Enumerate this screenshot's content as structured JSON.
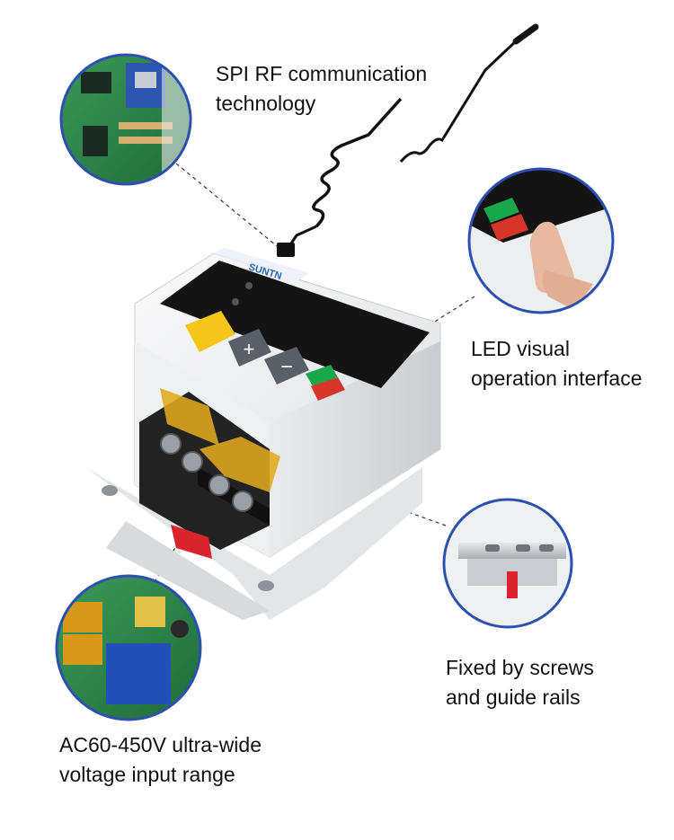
{
  "captions": {
    "spi": {
      "line1": "SPI RF communication",
      "line2": "technology"
    },
    "led": {
      "line1": "LED visual",
      "line2": "operation interface"
    },
    "rail": {
      "line1": "Fixed by screws",
      "line2": "and guide rails"
    },
    "ac": {
      "line1": "AC60-450V ultra-wide",
      "line2": "voltage input range"
    }
  },
  "device": {
    "brand": "SUNTN",
    "button_plus": "+",
    "button_minus": "−"
  },
  "colors": {
    "callout_ring": "#2c4fb0",
    "panel_black": "#141414",
    "button_yellow": "#f5c518",
    "button_gray": "#5a6068",
    "button_green": "#1aa64a",
    "button_red": "#d8352a",
    "fuse_amber": "#e0a81e",
    "clip_red": "#d9232d"
  }
}
